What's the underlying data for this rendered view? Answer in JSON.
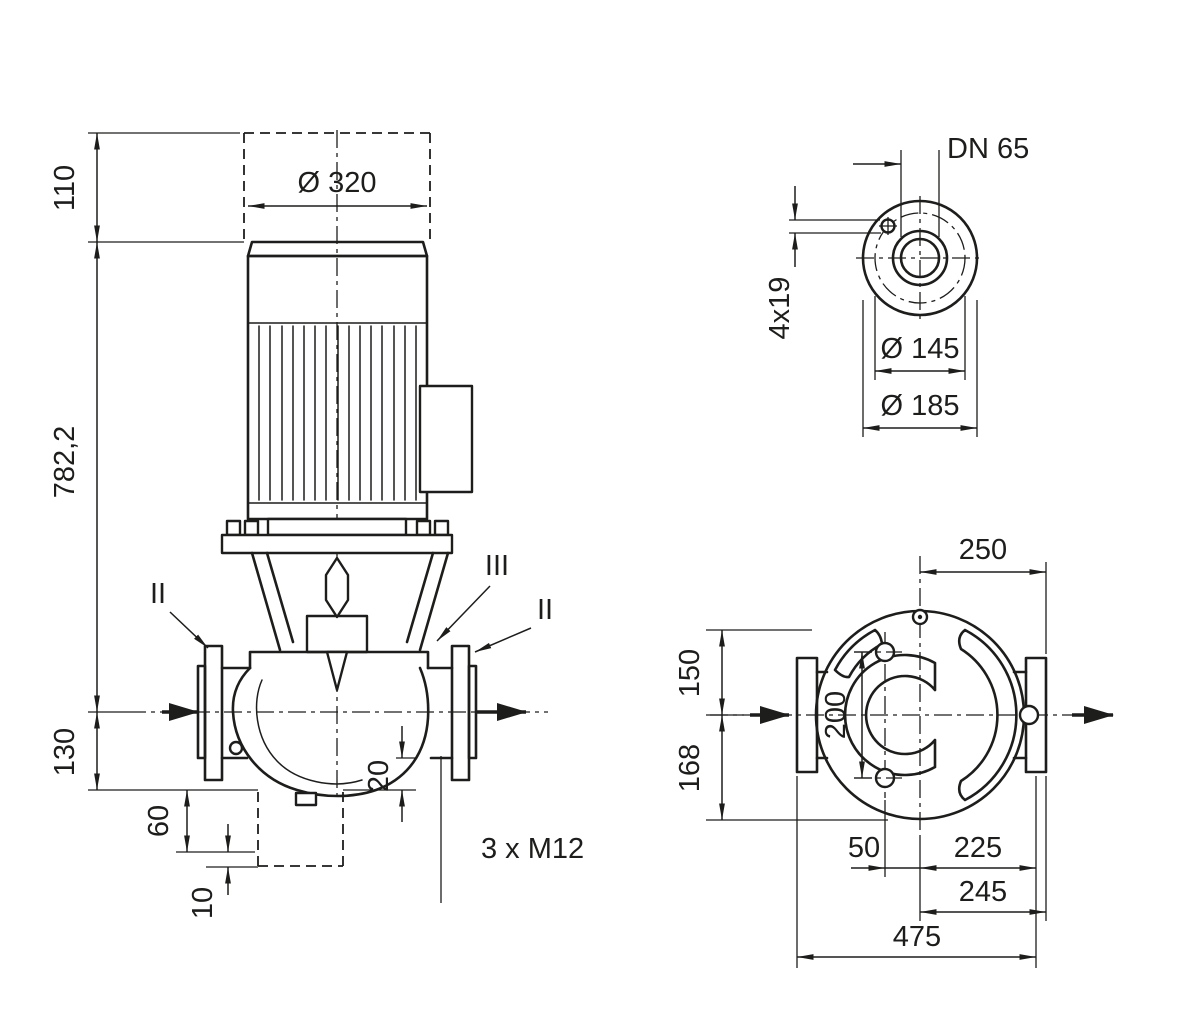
{
  "colors": {
    "ink": "#1d1d1b",
    "background": "#ffffff"
  },
  "front_view": {
    "dims": {
      "clearance_110": "110",
      "overall_782": "782,2",
      "port_height_130": "130",
      "motor_dia_320": "Ø 320",
      "foot_60": "60",
      "base_10": "10",
      "foot_20": "20",
      "taps_m12": "3 x M12"
    },
    "section_markers": {
      "left": "II",
      "center": "III",
      "right": "II"
    }
  },
  "flange_view": {
    "nominal_bore": "DN 65",
    "bolt_holes": "4x19",
    "bolt_circle_dia": "Ø 145",
    "flange_dia": "Ø 185"
  },
  "plan_view": {
    "dims": {
      "width_250": "250",
      "height_150": "150",
      "holes_200": "200",
      "height_168": "168",
      "offset_50": "50",
      "length_225": "225",
      "length_245": "245",
      "overall_475": "475"
    }
  }
}
